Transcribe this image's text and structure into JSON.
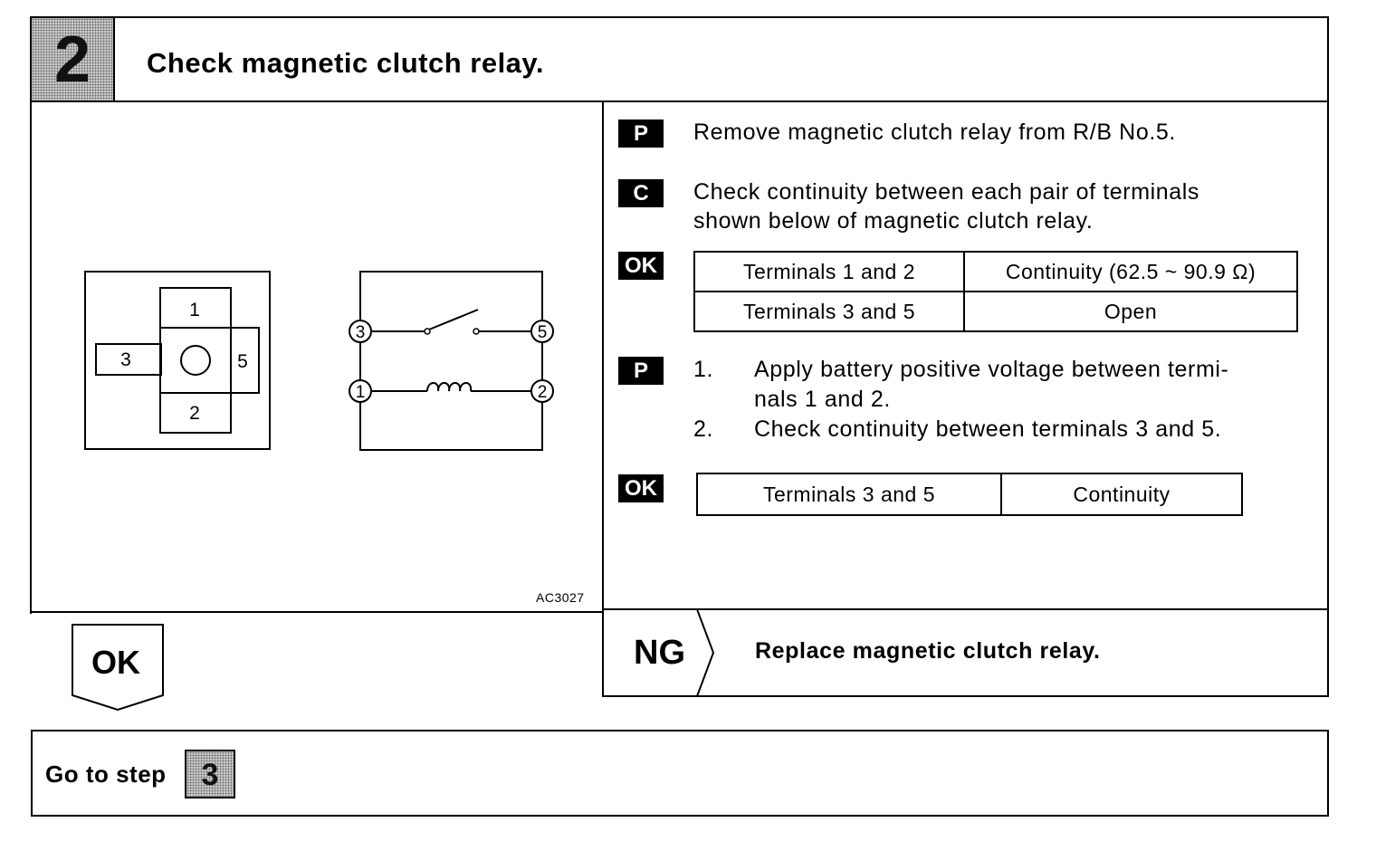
{
  "step": {
    "number": "2",
    "title": "Check magnetic clutch relay."
  },
  "figure": {
    "code": "AC3027",
    "relay_terminals": [
      "1",
      "2",
      "3",
      "5"
    ],
    "circuit_terminals": [
      "3",
      "5",
      "1",
      "2"
    ]
  },
  "procedure": {
    "p1": {
      "tag": "P",
      "text": "Remove magnetic clutch relay from R/B No.5."
    },
    "c1": {
      "tag": "C",
      "line1": "Check continuity between each pair of terminals",
      "line2": "shown below of magnetic clutch relay."
    },
    "ok1": {
      "tag": "OK",
      "rows": [
        {
          "terminals": "Terminals 1 and 2",
          "result": "Continuity (62.5 ~ 90.9 Ω)"
        },
        {
          "terminals": "Terminals 3 and 5",
          "result": "Open"
        }
      ]
    },
    "p2": {
      "tag": "P",
      "steps": [
        {
          "num": "1.",
          "line1": "Apply battery positive voltage between termi-",
          "line2": "nals 1 and 2."
        },
        {
          "num": "2.",
          "line1": "Check continuity between terminals 3 and 5."
        }
      ]
    },
    "ok2": {
      "tag": "OK",
      "rows": [
        {
          "terminals": "Terminals 3 and 5",
          "result": "Continuity"
        }
      ]
    }
  },
  "results": {
    "ok_label": "OK",
    "ng_label": "NG",
    "ng_action": "Replace magnetic clutch relay."
  },
  "goto": {
    "text": "Go to step",
    "step": "3"
  }
}
